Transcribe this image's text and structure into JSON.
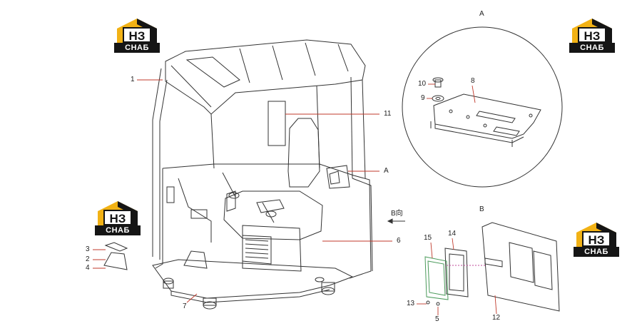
{
  "callouts": {
    "c1": "1",
    "c2": "2",
    "c3": "3",
    "c4": "4",
    "c5": "5",
    "c6": "6",
    "c7": "7",
    "c8": "8",
    "c9": "9",
    "c10": "10",
    "c11": "11",
    "c12": "12",
    "c13": "13",
    "c14": "14",
    "c15": "15",
    "cA": "A"
  },
  "views": {
    "detail_a": "A",
    "detail_b": "B",
    "direction_b": "B向"
  },
  "logo": {
    "mark": "НЗ",
    "band": "СНАБ",
    "colors": {
      "accent": "#f2b215",
      "dark": "#151515"
    }
  },
  "colors": {
    "leader": "#c0392b",
    "line": "#333333",
    "green": "#4a9a5a",
    "magenta": "#c04a9a"
  }
}
